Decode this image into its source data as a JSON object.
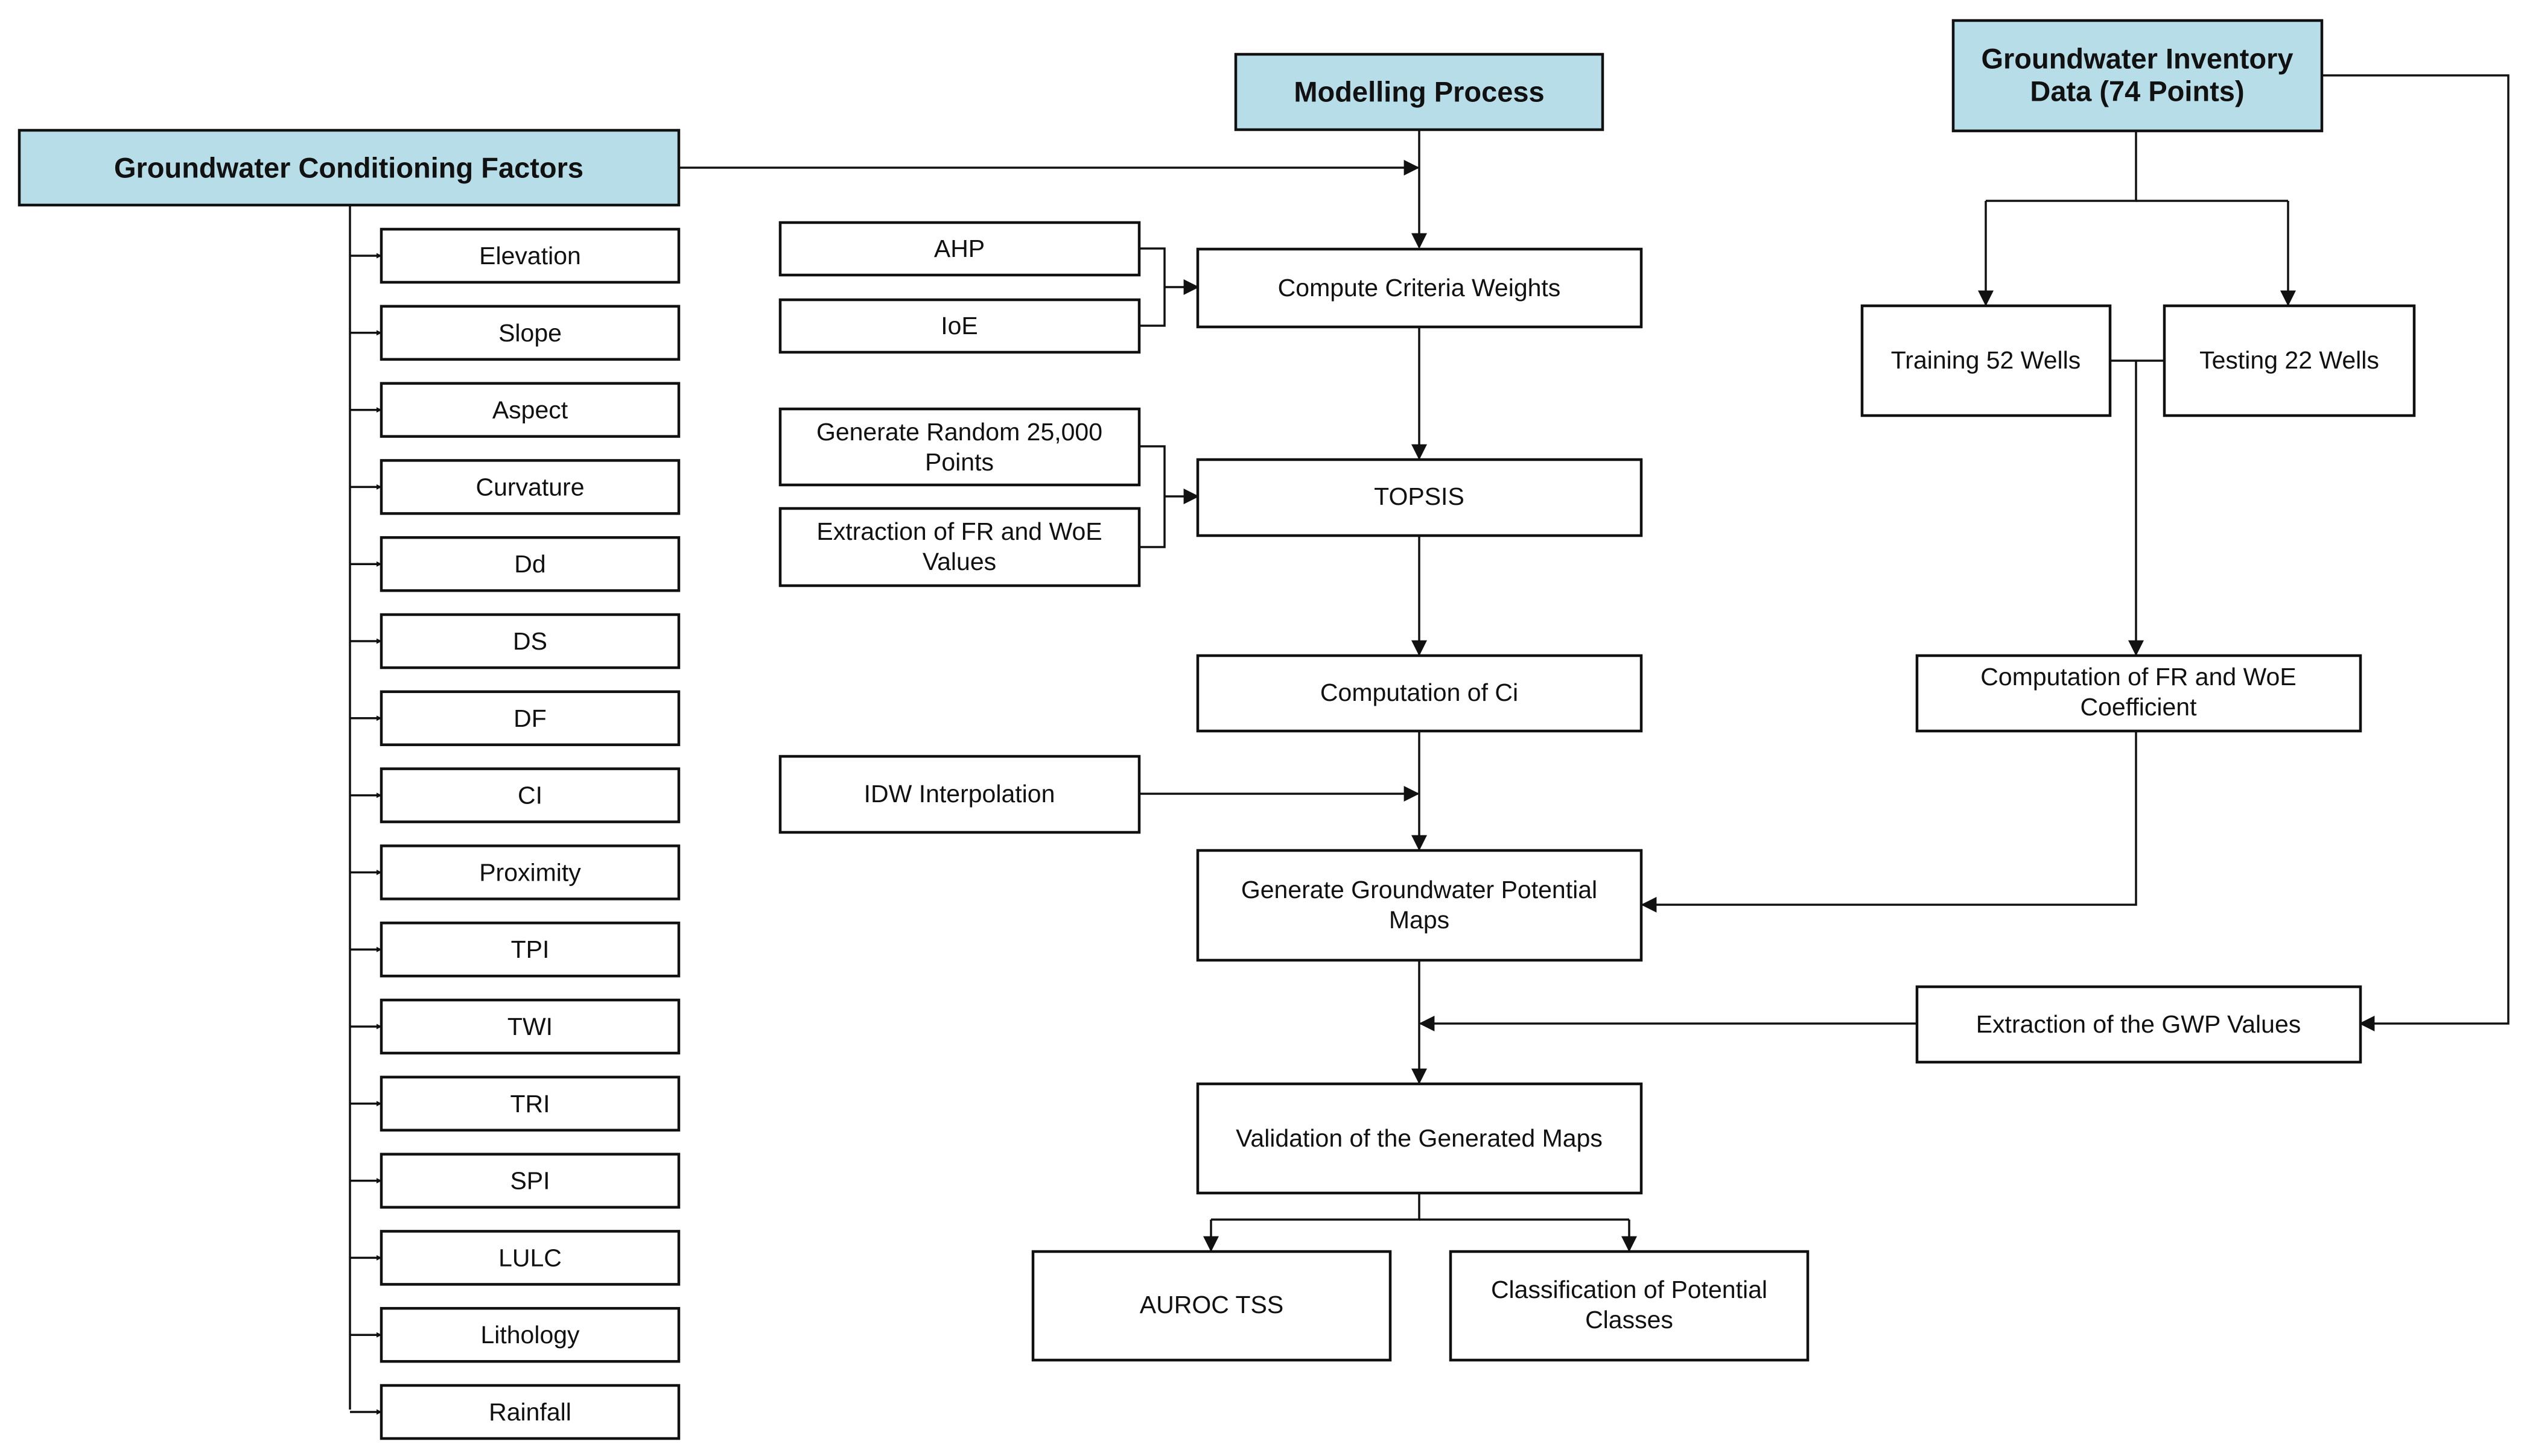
{
  "colors": {
    "header_fill": "#b7dde8",
    "line": "#111111"
  },
  "headers": {
    "conditioning": "Groundwater Conditioning Factors",
    "modelling": "Modelling Process",
    "inventory_line1": "Groundwater Inventory",
    "inventory_line2": "Data (74 Points)"
  },
  "factors": [
    "Elevation",
    "Slope",
    "Aspect",
    "Curvature",
    "Dd",
    "DS",
    "DF",
    "CI",
    "Proximity",
    "TPI",
    "TWI",
    "TRI",
    "SPI",
    "LULC",
    "Lithology",
    "Rainfall"
  ],
  "inputs": {
    "ahp": "AHP",
    "ioe": "IoE",
    "random_line1": "Generate Random 25,000",
    "random_line2": "Points",
    "extraction_line1": "Extraction of FR and WoE",
    "extraction_line2": "Values",
    "idw": "IDW Interpolation"
  },
  "process": {
    "criteria_weights": "Compute Criteria Weights",
    "topsis": "TOPSIS",
    "ci": "Computation of Ci",
    "gwp_line1": "Generate Groundwater Potential",
    "gwp_line2": "Maps",
    "validation": "Validation of the Generated Maps"
  },
  "outputs": {
    "auroc": "AUROC TSS",
    "classification_line1": "Classification of Potential",
    "classification_line2": "Classes"
  },
  "inventory": {
    "training": "Training 52 Wells",
    "testing": "Testing 22 Wells",
    "fr_woe_line1": "Computation of FR and WoE",
    "fr_woe_line2": "Coefficient",
    "gwp_values": "Extraction of the GWP Values"
  }
}
